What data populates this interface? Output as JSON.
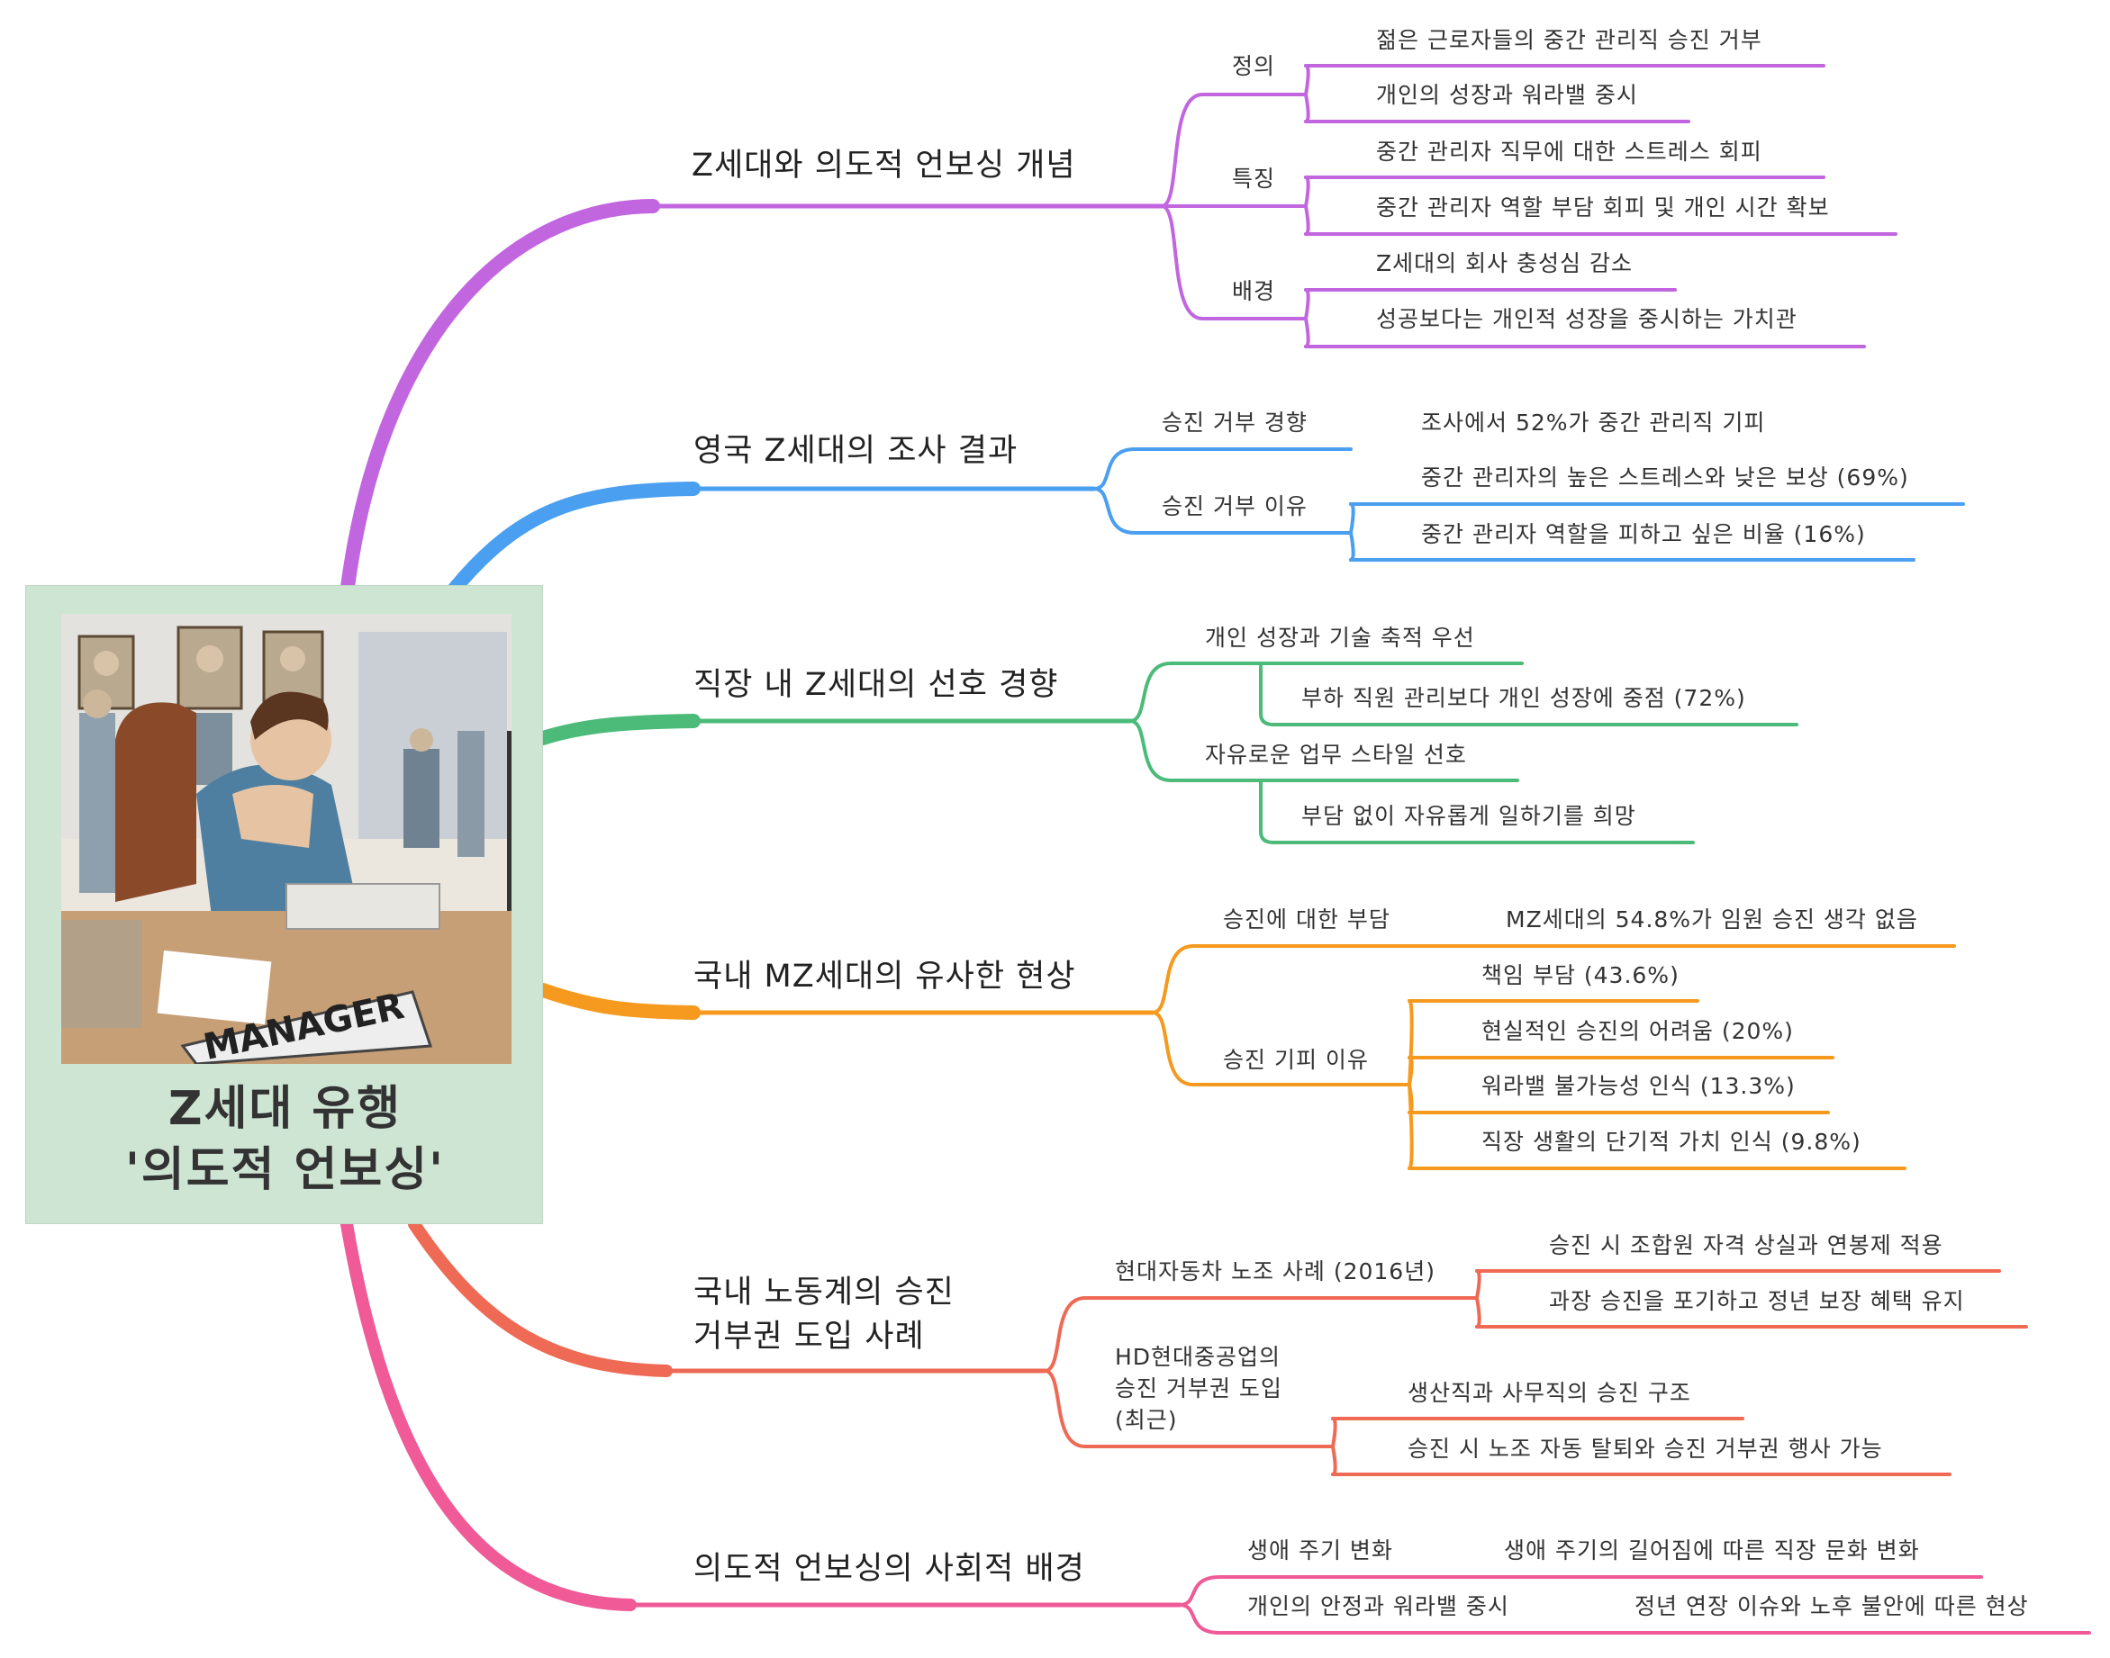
{
  "root": {
    "title_line1": "Z세대 유행",
    "title_line2": "'의도적 언보싱'",
    "nameplate": "MANAGER"
  },
  "branches": [
    {
      "label": "Z세대와 의도적 언보싱 개념",
      "color": "#c266e0",
      "children": [
        {
          "label": "정의",
          "children": [
            "젊은 근로자들의 중간 관리직 승진 거부",
            "개인의 성장과 워라밸 중시"
          ]
        },
        {
          "label": "특징",
          "children": [
            "중간 관리자 직무에 대한 스트레스 회피",
            "중간 관리자 역할 부담 회피 및 개인 시간 확보"
          ]
        },
        {
          "label": "배경",
          "children": [
            "Z세대의 회사 충성심 감소",
            "성공보다는 개인적 성장을 중시하는 가치관"
          ]
        }
      ]
    },
    {
      "label": "영국 Z세대의 조사 결과",
      "color": "#4a9ff0",
      "children": [
        {
          "label": "승진 거부 경향",
          "children": [
            "조사에서 52%가 중간 관리직 기피"
          ]
        },
        {
          "label": "승진 거부 이유",
          "children": [
            "중간 관리자의 높은 스트레스와 낮은 보상 (69%)",
            "중간 관리자 역할을 피하고 싶은 비율 (16%)"
          ]
        }
      ]
    },
    {
      "label": "직장 내 Z세대의 선호 경향",
      "color": "#4cbb7a",
      "children": [
        {
          "label": "개인 성장과 기술 축적 우선",
          "children": [
            "부하 직원 관리보다 개인 성장에 중점 (72%)"
          ]
        },
        {
          "label": "자유로운 업무 스타일 선호",
          "children": [
            "부담 없이 자유롭게 일하기를 희망"
          ]
        }
      ]
    },
    {
      "label": "국내 MZ세대의 유사한 현상",
      "color": "#f59a1e",
      "children": [
        {
          "label": "승진에 대한 부담",
          "children": [
            "MZ세대의 54.8%가 임원 승진 생각 없음"
          ]
        },
        {
          "label": "승진 기피 이유",
          "children": [
            "책임 부담 (43.6%)",
            "현실적인 승진의 어려움 (20%)",
            "워라밸 불가능성 인식 (13.3%)",
            "직장 생활의 단기적 가치 인식 (9.8%)"
          ]
        }
      ]
    },
    {
      "label_lines": [
        "국내 노동계의 승진",
        "거부권 도입 사례"
      ],
      "color": "#ee6a55",
      "children": [
        {
          "label": "현대자동차 노조 사례 (2016년)",
          "children": [
            "승진 시 조합원 자격 상실과 연봉제 적용",
            "과장 승진을 포기하고 정년 보장 혜택 유지"
          ]
        },
        {
          "label_lines": [
            "HD현대중공업의",
            "승진 거부권 도입",
            "(최근)"
          ],
          "children": [
            "생산직과 사무직의 승진 구조",
            "승진 시 노조 자동 탈퇴와 승진 거부권 행사 가능"
          ]
        }
      ]
    },
    {
      "label": "의도적 언보싱의 사회적 배경",
      "color": "#ef5a97",
      "children": [
        {
          "label": "생애 주기 변화",
          "children": [
            "생애 주기의 길어짐에 따른 직장 문화 변화"
          ]
        },
        {
          "label": "개인의 안정과 워라밸 중시",
          "children": [
            "정년 연장 이슈와 노후 불안에 따른 현상"
          ]
        }
      ]
    }
  ]
}
